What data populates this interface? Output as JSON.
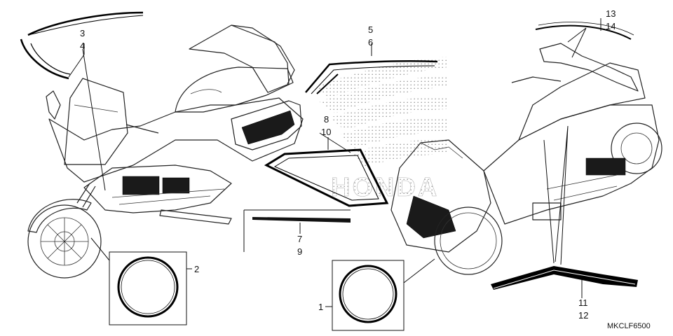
{
  "diagram": {
    "code": "MKCLF6500",
    "callouts": {
      "c1": "1",
      "c2": "2",
      "c34": [
        "3",
        "4"
      ],
      "c56": [
        "5",
        "6"
      ],
      "c79": [
        "7",
        "9"
      ],
      "c810": [
        "8",
        "10"
      ],
      "c1112": [
        "11",
        "12"
      ],
      "c1314": [
        "13",
        "14"
      ]
    },
    "logo": "HONDA"
  }
}
